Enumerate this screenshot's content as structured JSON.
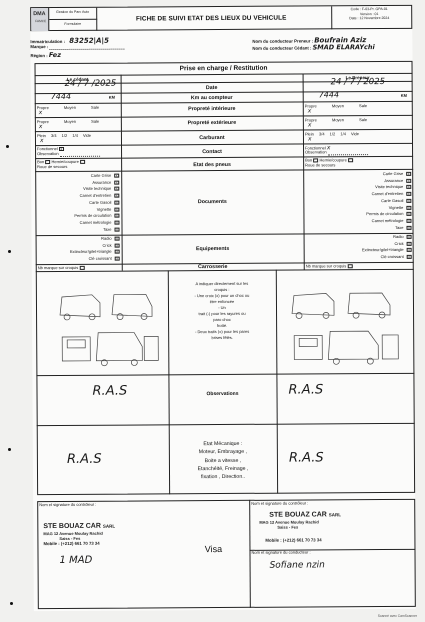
{
  "header": {
    "logo_text": "DMA",
    "logo_sub": "FAMCE",
    "service": "Gestion du Parc Auto",
    "doc_type": "Formulaire",
    "title": "FICHE DE SUIVI ETAT DES LIEUX DU VEHICULE",
    "code": "Code : F-03-Pr. GPA-01",
    "version": "Version : 01",
    "date": "Date : 12 Novembre 2024"
  },
  "vehicle": {
    "immatriculation_label": "Immatriculation :",
    "immatriculation_value": "83252|A|5",
    "marque_label": "Marque :",
    "marque_value": "",
    "region_label": "Région :",
    "region_value": "Fez",
    "conducteur_preneur_label": "Nom du conducteur Preneur :",
    "conducteur_preneur_value": "Boufrain Aziz",
    "conducteur_cedant_label": "Nom du conducteur Cédant :",
    "conducteur_cedant_value": "SMAD ELARAYchi"
  },
  "section_title": "Prise en charge / Restitution",
  "cedant": {
    "label": "Le cédant",
    "date": "24 / 7 /2025",
    "km": "7444",
    "km_unit": "KM"
  },
  "preneur": {
    "label": "Le Preneur",
    "date": "24 / 7 / 2025",
    "km": "7444",
    "km_unit": "KM"
  },
  "rows": {
    "date": "Date",
    "km": "Km au compteur",
    "interieur": "Propreté intérieure",
    "exterieur": "Propreté extérieure",
    "carburant": "Carburant",
    "contact": "Contact",
    "pneus": "Etat des pneus",
    "documents": "Documents",
    "equipements": "Equipements",
    "carrosserie": "Carrosserie",
    "observations": "Observations",
    "etat_mecanique": "Etat Mécanique :",
    "etat_mecanique_list": "Moteur, Embrayage ,",
    "etat_mecanique_list2": "Boite a vitesse ,",
    "etat_mecanique_list3": "Etanchéité, Freinage ,",
    "etat_mecanique_list4": "fixation , Direction..",
    "visa": "Visa"
  },
  "options": {
    "proprete": [
      "Propre",
      "Moyen",
      "Sale"
    ],
    "carburant": [
      "Plein",
      "3/4",
      "1/2",
      "1/4",
      "Vide"
    ],
    "contact_fonctionnel": "Fonctionnel",
    "contact_observation": "Observation",
    "pneus_bon": "Bon",
    "pneus_hernie": "Hernie/coupure",
    "pneus_roue": "Roue de secours"
  },
  "documents": [
    "Carte Grise",
    "Assurance",
    "Visite technique",
    "Carnet d'entretien",
    "Carte Gasoil",
    "Vignette",
    "Permis de circulation",
    "Carnet métrologie",
    "Taxe"
  ],
  "equipements": [
    "Radio",
    "Crick",
    "Extincteur/gilet+triangle",
    "Clé croissant"
  ],
  "nb_marque": "Nb marque sur croquis",
  "carrosserie_instructions": [
    "A indiquer directement sur les",
    "croquis :",
    "- Une croix (x) pour un choc ou",
    "être enfoncée",
    "- Un",
    "trait (-) pour les rayures ou",
    "paro choc",
    "frotté.",
    "- Deux traits (=) pour les pares",
    "brises fêlés."
  ],
  "observations_cedant": "R.A.S",
  "observations_preneur": "R.A.S",
  "mecanique_cedant": "R.A.S",
  "mecanique_preneur": "R.A.S",
  "signatures": {
    "controleur_left": "Nom et signature du contrôleur :",
    "controleur_right": "Nom et signature du contrôleur :",
    "conducteur_right": "Nom et signature du conducteur :",
    "stamp_name": "STE BOUAZ CAR",
    "stamp_sarl": "SARL",
    "stamp_line2": "MAG 12 Avenue Moulay Rachid",
    "stamp_line3": "Saiss - Fes",
    "stamp_phone": "Mobile : (+212) 661 70 73 34",
    "stamp_right_line2": "MAG 12 Avenue Moulay Rachid",
    "stamp_right_line3": "Saiss - Fes",
    "stamp_right_phone": "Mobile : (+212) 661 70 73 34",
    "sig_left": "1 MAD",
    "sig_right": "Sofiane nzin"
  },
  "footer": "Scanné avec CamScanner"
}
